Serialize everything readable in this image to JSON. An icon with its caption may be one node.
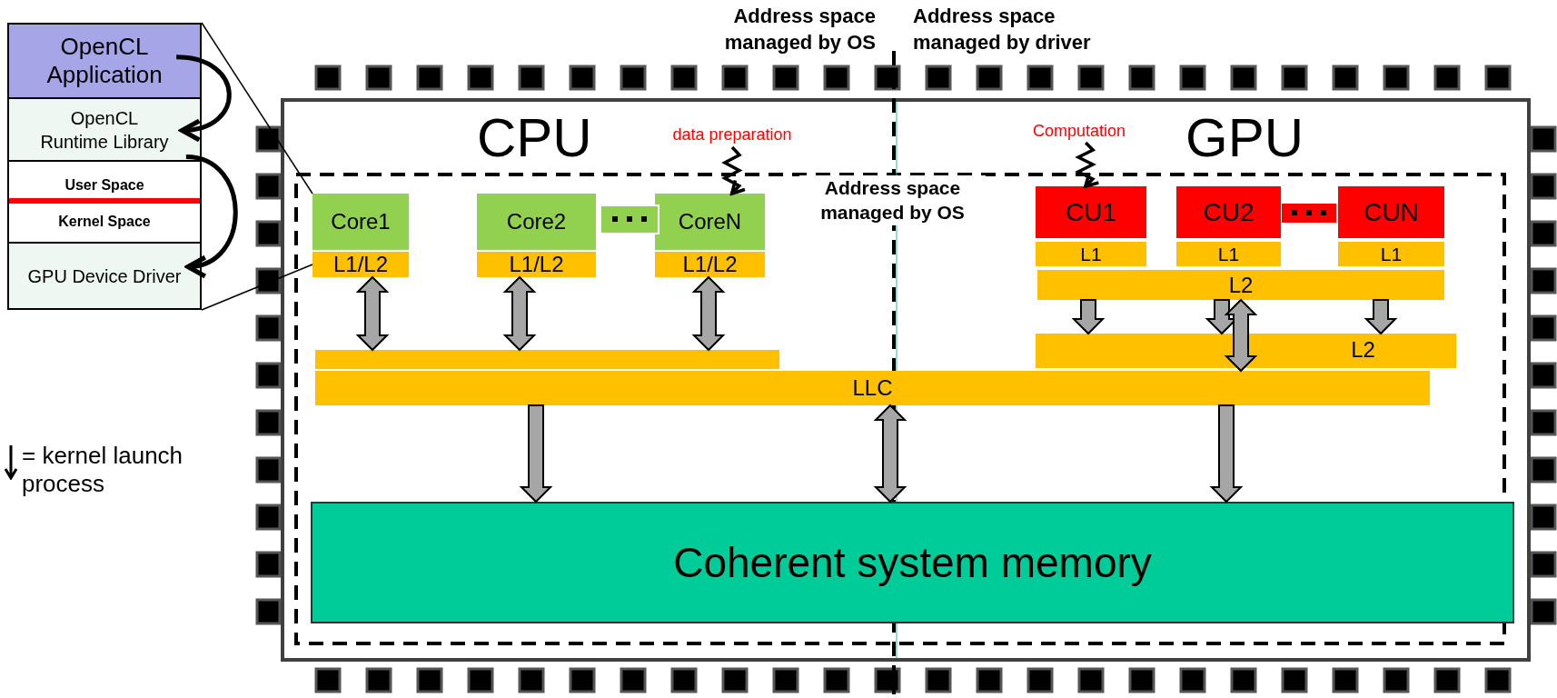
{
  "diagram": {
    "nodes": [
      {
        "text": [
          "OpenCL Application"
        ]
      },
      {
        "text": [
          "OpenCL Runtime Library"
        ]
      },
      {
        "text": [
          "User Space",
          "Kernel Space"
        ]
      },
      {
        "text": [
          "GPU Device Driver"
        ]
      },
      {
        "text": [
          "data preparation"
        ]
      },
      {
        "text": [
          "Computation"
        ]
      },
      {
        "text": [
          "Core1"
        ]
      },
      {
        "text": [
          "L1/L2"
        ]
      },
      {
        "text": [
          "Core2"
        ]
      },
      {
        "text": [
          "L1/L2"
        ]
      },
      {
        "text": [
          "CoreN"
        ]
      },
      {
        "text": [
          "L1/L2"
        ]
      },
      {
        "text": [
          "CU1"
        ]
      },
      {
        "text": [
          "L1"
        ]
      },
      {
        "text": [
          "CU2"
        ]
      },
      {
        "text": [
          "L1"
        ]
      },
      {
        "text": [
          "CUN"
        ]
      },
      {
        "text": [
          "L1"
        ]
      },
      {
        "text": [
          "L2"
        ]
      },
      {
        "text": [],
        "shape": "bar"
      },
      {
        "text": [
          "L2"
        ]
      },
      {
        "text": [
          "LLC"
        ]
      },
      {
        "text": [
          "Coherent system memory"
        ]
      }
    ],
    "edges": [
      {
        "from": 0,
        "to": 1,
        "arrow": "to"
      },
      {
        "from": 1,
        "to": 3,
        "arrow": "to"
      },
      {
        "from": 0,
        "to": 6,
        "arrow": "none"
      },
      {
        "from": 3,
        "to": 7,
        "arrow": "none"
      },
      {
        "from": 4,
        "to": 10,
        "arrow": "to"
      },
      {
        "from": 5,
        "to": 12,
        "arrow": "to"
      },
      {
        "from": 7,
        "to": 19,
        "arrow": "both",
        "style": "thick",
        "color": "#a6a6a6"
      },
      {
        "from": 9,
        "to": 19,
        "arrow": "both",
        "style": "thick",
        "color": "#a6a6a6"
      },
      {
        "from": 11,
        "to": 19,
        "arrow": "both",
        "style": "thick",
        "color": "#a6a6a6"
      },
      {
        "from": 18,
        "to": 20,
        "arrow": "to",
        "style": "thick",
        "color": "#a6a6a6"
      },
      {
        "from": 18,
        "to": 20,
        "arrow": "to",
        "style": "thick",
        "color": "#a6a6a6"
      },
      {
        "from": 18,
        "to": 20,
        "arrow": "to",
        "style": "thick",
        "color": "#a6a6a6"
      },
      {
        "from": 18,
        "to": 21,
        "arrow": "both",
        "style": "thick",
        "color": "#a6a6a6"
      },
      {
        "from": 21,
        "to": 22,
        "arrow": "to",
        "style": "thick",
        "color": "#a6a6a6"
      },
      {
        "from": 21,
        "to": 22,
        "arrow": "to",
        "style": "thick",
        "color": "#a6a6a6"
      },
      {
        "from": 21,
        "to": 22,
        "arrow": "both",
        "style": "thick",
        "color": "#a6a6a6"
      }
    ],
    "labels": [
      "Address space managed by OS",
      "Address space managed by driver",
      "CPU",
      "GPU",
      "Address space managed by OS"
    ],
    "legend": [
      {
        "text": "= kernel launch process"
      }
    ]
  }
}
